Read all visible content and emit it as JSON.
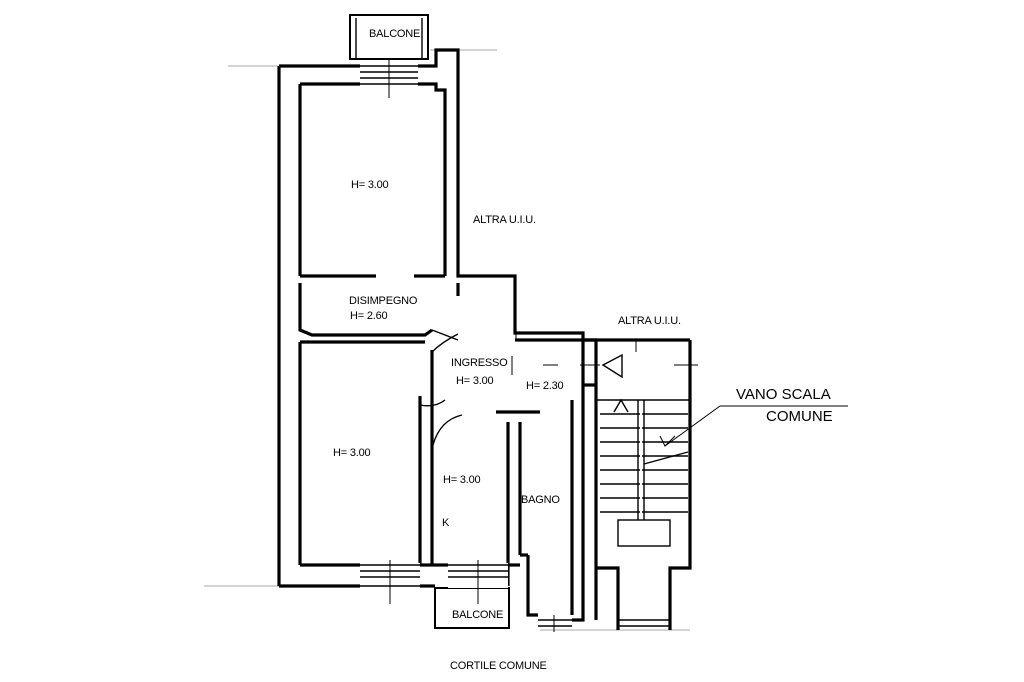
{
  "labels": {
    "balcone_top": "BALCONE",
    "room_top_height": "H= 3.00",
    "altra_uiu_1": "ALTRA U.I.U.",
    "disimpegno": "DISIMPEGNO",
    "disimpegno_height": "H= 2.60",
    "altra_uiu_2": "ALTRA U.I.U.",
    "ingresso": "INGRESSO",
    "ingresso_height": "H= 3.00",
    "bagno_corridor_height": "H= 2.30",
    "vano_scala_1": "VANO SCALA",
    "vano_scala_2": "COMUNE",
    "room_left_height": "H= 3.00",
    "kitchen_height": "H= 3.00",
    "kitchen_mark": "K",
    "bagno": "BAGNO",
    "balcone_bottom": "BALCONE",
    "cortile": "CORTILE COMUNE"
  }
}
